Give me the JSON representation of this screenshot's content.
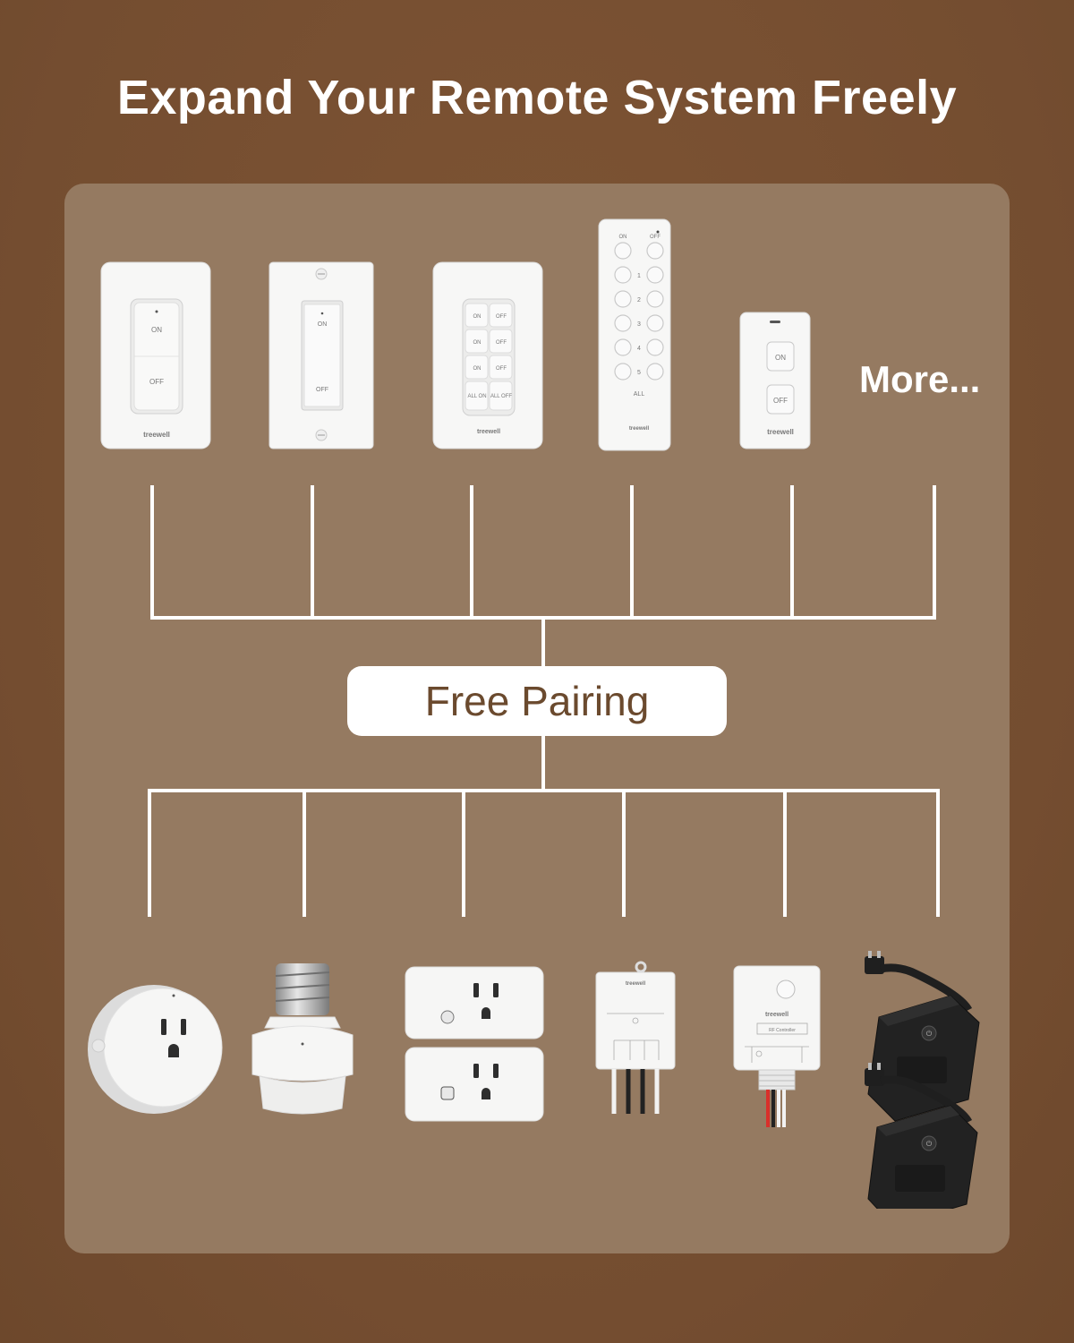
{
  "title": "Expand Your Remote System Freely",
  "more_label": "More...",
  "pairing_label": "Free Pairing",
  "brand": "treewell",
  "switch_labels": {
    "on": "ON",
    "off": "OFF",
    "all_on": "ALL ON",
    "all_off": "ALL OFF",
    "all": "ALL"
  },
  "remote_numbers": [
    "1",
    "2",
    "3",
    "4",
    "5"
  ],
  "controller_label": "RF Controller",
  "colors": {
    "background": "#744d30",
    "panel": "#957a61",
    "line": "#ffffff",
    "pill_text": "#6b4a2e"
  },
  "top_devices": [
    "single-rocker-wall-switch",
    "decora-paddle-switch",
    "3-gang-wall-switch",
    "5-channel-remote",
    "mini-remote"
  ],
  "bottom_devices": [
    "round-smart-plug",
    "bulb-socket-adapter",
    "mini-plug-2-pack",
    "in-wall-relay-module",
    "junction-box-controller",
    "outdoor-plug-2-pack"
  ]
}
